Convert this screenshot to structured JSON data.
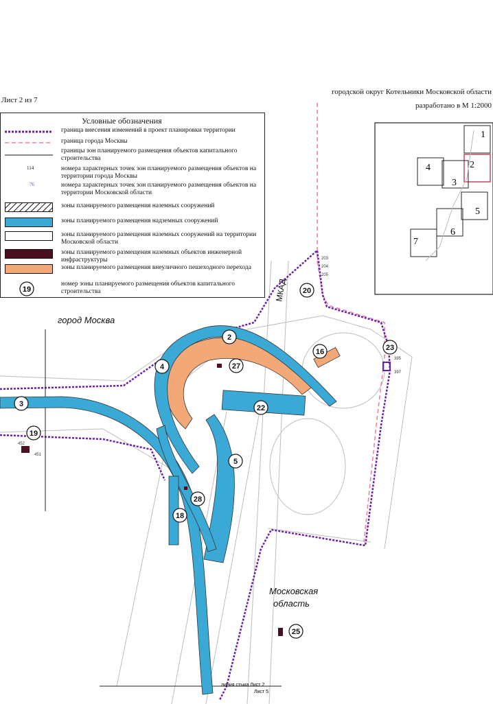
{
  "header": {
    "sheet": "Лист 2  из 7",
    "okrug": "городской округ Котельники Московской области",
    "scale": "разработано в М 1:2000"
  },
  "legend": {
    "title": "Условные обозначения",
    "items": [
      {
        "key": "boundary_changes",
        "text": "граница внесения изменений в проект планировки территории"
      },
      {
        "key": "boundary_moscow",
        "text": "граница города Москвы"
      },
      {
        "key": "boundary_zones",
        "text": "границы зон планируемого размещения объектов капитального строительства"
      },
      {
        "key": "points_moscow",
        "text": "номера характерных точек зон планируемого размещения объектов на территории города Москвы",
        "sample": "114"
      },
      {
        "key": "points_mo",
        "text": "номера характерных точек зон планируемого размещения объектов на территории Московской области",
        "sample": "76"
      },
      {
        "key": "ground",
        "text": "зоны планируемого размещения наземных сооружений"
      },
      {
        "key": "overground",
        "text": "зоны планируемого размещения надземных сооружений"
      },
      {
        "key": "ground_mo",
        "text": "зоны планируемого размещения наземных сооружений на территории Московской области"
      },
      {
        "key": "engineering",
        "text": "зоны планируемого размещения наземных объектов инженерной инфраструктуры"
      },
      {
        "key": "pedestrian",
        "text": "зоны планируемого размещения внеуличного пешеходного перехода"
      },
      {
        "key": "zone_number",
        "text": "номер зоны планируемого размещения объектов капитального строительства",
        "sample": "19"
      }
    ]
  },
  "map": {
    "places": {
      "moscow": "город Москва",
      "mo_line1": "Московская",
      "mo_line2": "область",
      "mkad": "МКАД"
    },
    "zones": [
      "2",
      "3",
      "4",
      "5",
      "16",
      "18",
      "19",
      "20",
      "22",
      "23",
      "25",
      "27",
      "28"
    ],
    "footer_line1": "линия стыка Лист 2",
    "footer_line2": "Лист 5"
  },
  "keymap": {
    "sheets": [
      "1",
      "2",
      "3",
      "4",
      "5",
      "6",
      "7"
    ]
  },
  "colors": {
    "overground": "#3ba9d6",
    "pedestrian": "#f2a877",
    "engineering": "#4a1020",
    "boundary_changes": "#6a1fa8",
    "boundary_moscow": "#ee7aa8"
  }
}
